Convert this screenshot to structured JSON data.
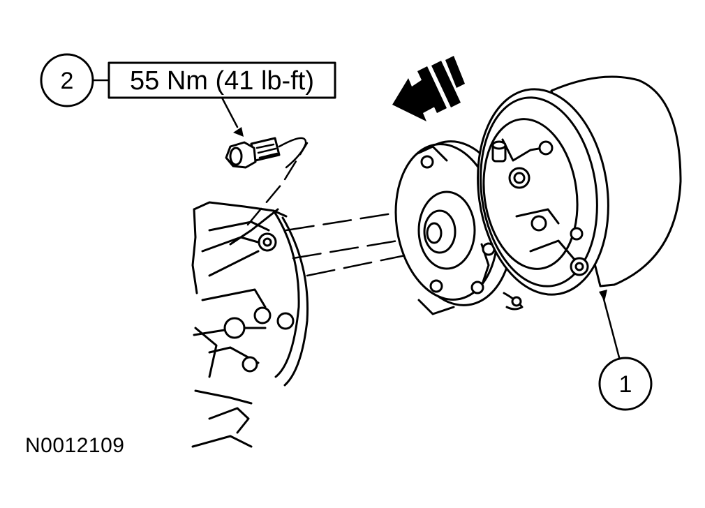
{
  "callouts": [
    {
      "number": "1"
    },
    {
      "number": "2"
    }
  ],
  "torque_spec": "55 Nm (41 lb-ft)",
  "figure_id": "N0012109",
  "icons": [
    "direction-arrow-icon",
    "bolt-icon",
    "pulley-icon",
    "bracket-icon",
    "hub-icon"
  ]
}
